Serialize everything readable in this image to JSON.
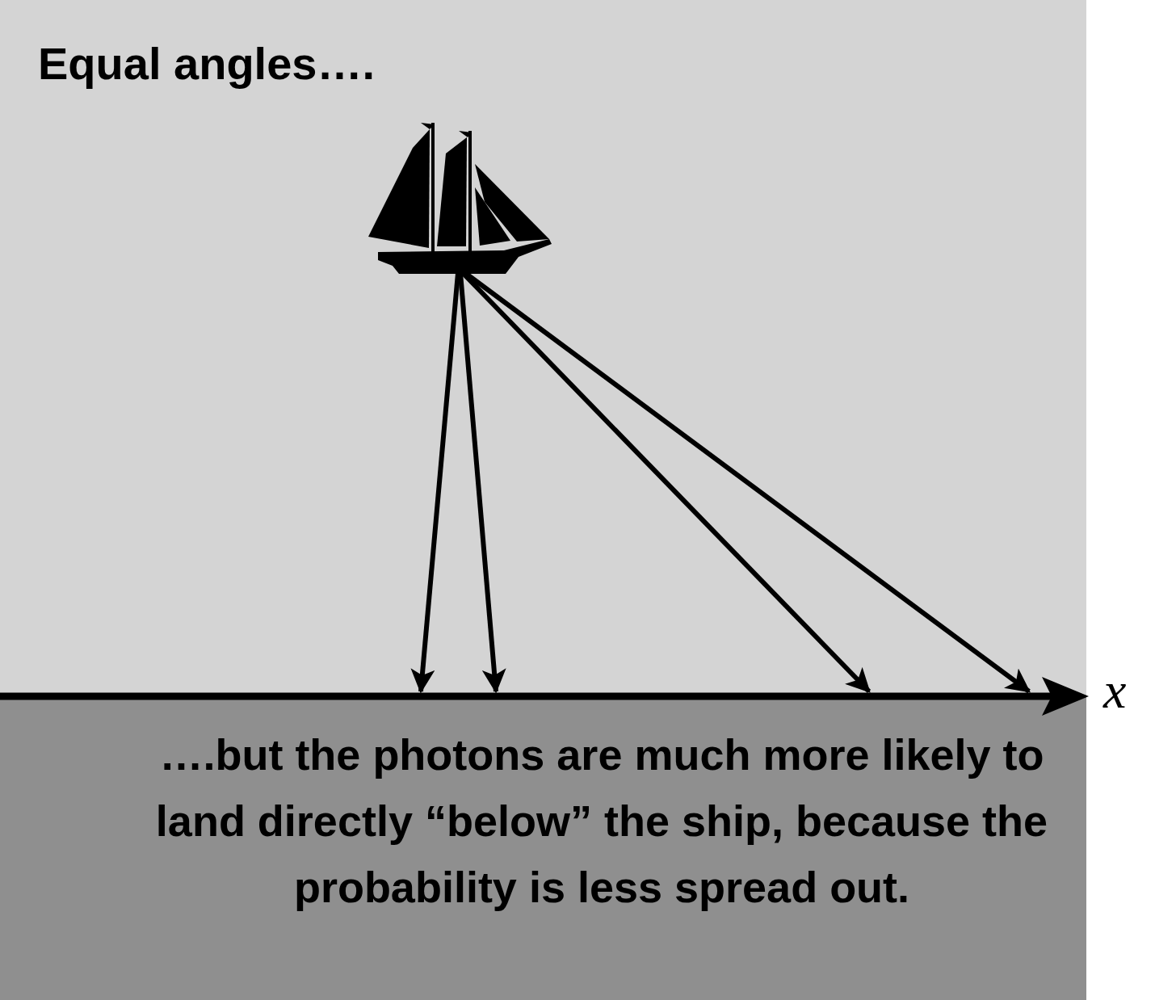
{
  "diagram": {
    "title": "Equal angles….",
    "caption": "….but the photons are much more likely to land directly “below” the ship, because the probability is less spread out.",
    "labels": [
      "x"
    ]
  }
}
